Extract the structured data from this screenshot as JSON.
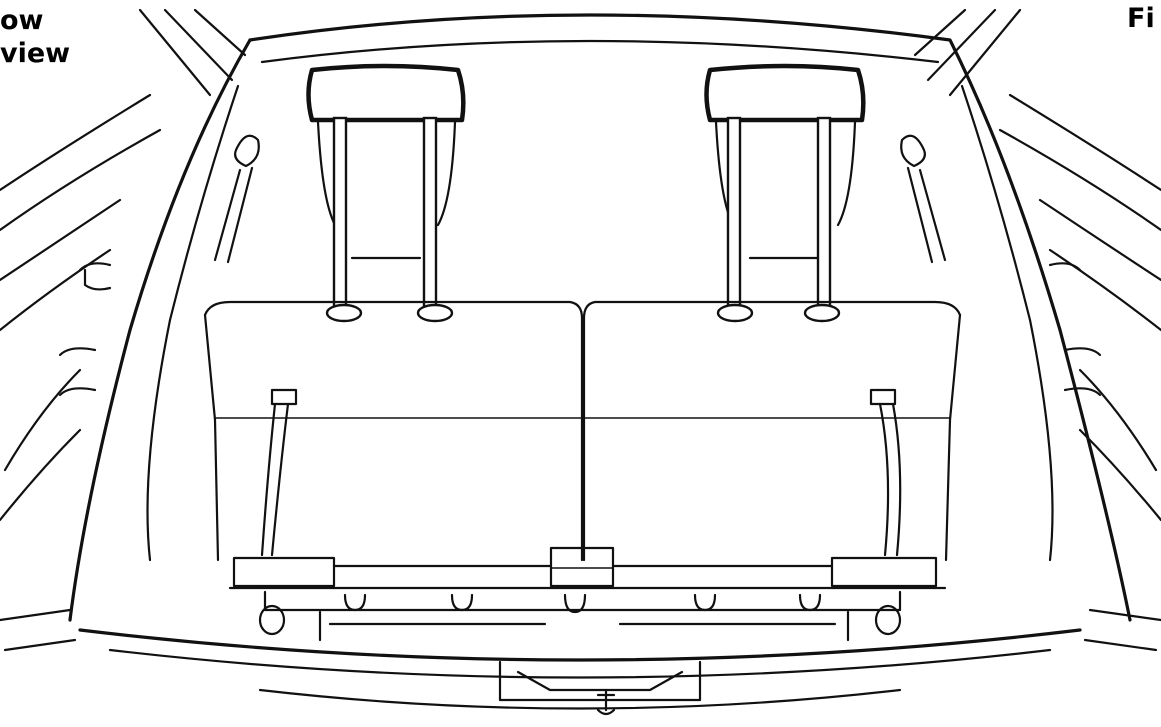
{
  "captions": {
    "left_line1": "ow",
    "left_line2": "view",
    "right": "Fi"
  },
  "colors": {
    "line": "#111111",
    "background": "#ffffff"
  },
  "icons": {
    "tether_symbol": "child-seat-tether-anchor-icon"
  }
}
